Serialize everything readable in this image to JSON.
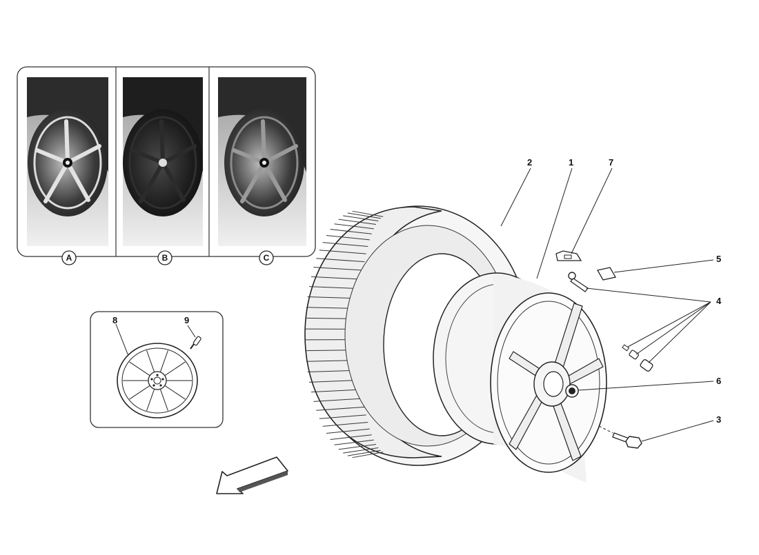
{
  "diagram": {
    "variants": [
      {
        "id": "variant-a",
        "label": "A"
      },
      {
        "id": "variant-b",
        "label": "B"
      },
      {
        "id": "variant-c",
        "label": "C"
      }
    ],
    "callouts": [
      {
        "id": "1",
        "label": "1"
      },
      {
        "id": "2",
        "label": "2"
      },
      {
        "id": "3",
        "label": "3"
      },
      {
        "id": "4",
        "label": "4"
      },
      {
        "id": "5",
        "label": "5"
      },
      {
        "id": "6",
        "label": "6"
      },
      {
        "id": "7",
        "label": "7"
      },
      {
        "id": "8",
        "label": "8"
      },
      {
        "id": "9",
        "label": "9"
      }
    ],
    "colors": {
      "ink": "#222222",
      "tire_fill": "#f4f4f4",
      "photo_dark": "#2a2a2a",
      "photo_light": "#e6e6e6"
    },
    "icons": {
      "direction": "forward-arrow-icon"
    }
  }
}
